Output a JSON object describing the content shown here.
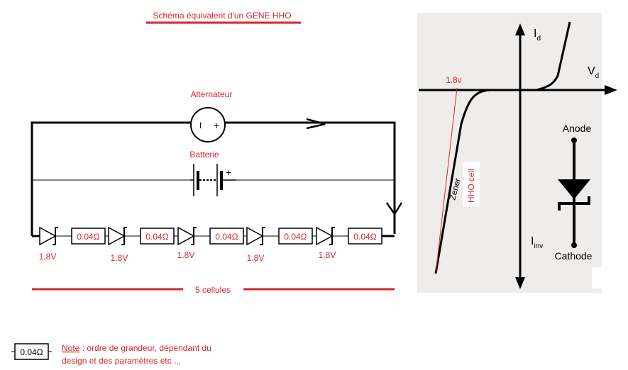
{
  "title": "Schéma équivalent d'un GENE HHO",
  "alternator": {
    "label": "Alternateur",
    "minus": "I",
    "plus": "+"
  },
  "battery": {
    "label": "Batterie",
    "plus": "+"
  },
  "cells": [
    {
      "voltage": "1.8V",
      "resistance": "0.04Ω"
    },
    {
      "voltage": "1.8V",
      "resistance": "0.04Ω"
    },
    {
      "voltage": "1.8V",
      "resistance": "0.04Ω"
    },
    {
      "voltage": "1.8V",
      "resistance": "0.04Ω"
    },
    {
      "voltage": "1.8V",
      "resistance": "0.04Ω"
    }
  ],
  "cells_count_label": "5 cellules",
  "note": {
    "resistance": "0.04Ω",
    "heading": "Note",
    "line1": " : ordre de grandeur, dépendant du",
    "line2": "design et des paramètres etc ..."
  },
  "graph": {
    "id_label": "I",
    "id_sub": "d",
    "vd_label": "V",
    "vd_sub": "d",
    "iinv_label": "I",
    "iinv_sub": "inv",
    "threshold": "1.8v",
    "zener_label": "Zener",
    "hho_label": "HHO cell",
    "anode": "Anode",
    "cathode": "Cathode"
  },
  "colors": {
    "accent": "#d9262b",
    "panel": "#efedeb"
  }
}
